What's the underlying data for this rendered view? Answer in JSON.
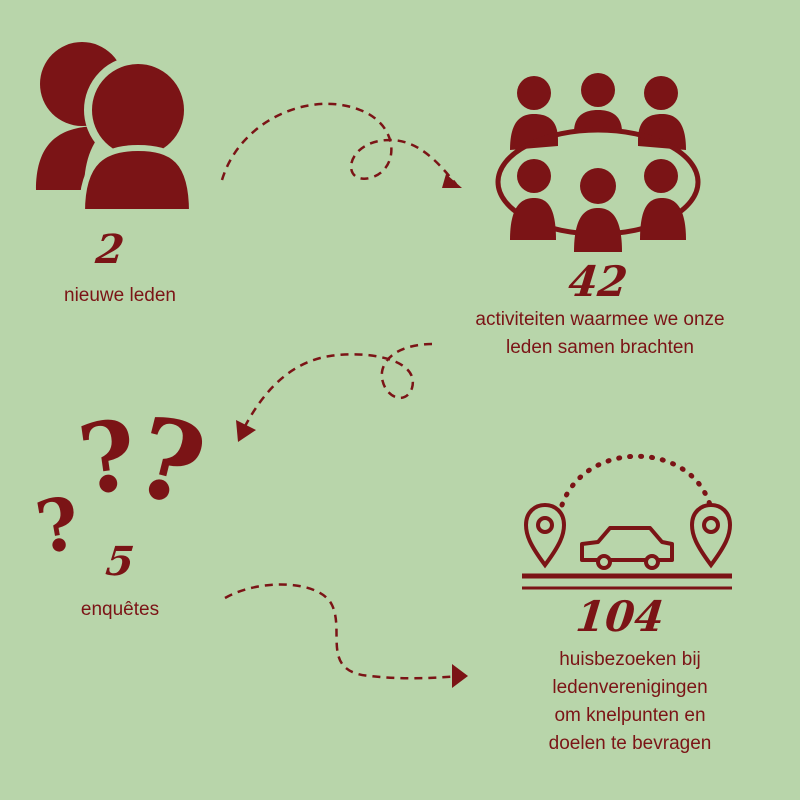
{
  "colors": {
    "background": "#b8d5aa",
    "accent": "#7b1416"
  },
  "stats": [
    {
      "number": "2",
      "label": "nieuwe leden",
      "icon": "people-icon"
    },
    {
      "number": "42",
      "label_lines": [
        "activiteiten waarmee we onze",
        "leden samen brachten"
      ],
      "icon": "meeting-table-icon"
    },
    {
      "number": "5",
      "label": "enquêtes",
      "icon": "question-marks-icon"
    },
    {
      "number": "104",
      "label_lines": [
        "huisbezoeken bij",
        "ledenverenigingen",
        "om knelpunten en",
        "doelen te bevragen"
      ],
      "icon": "car-route-icon"
    }
  ]
}
